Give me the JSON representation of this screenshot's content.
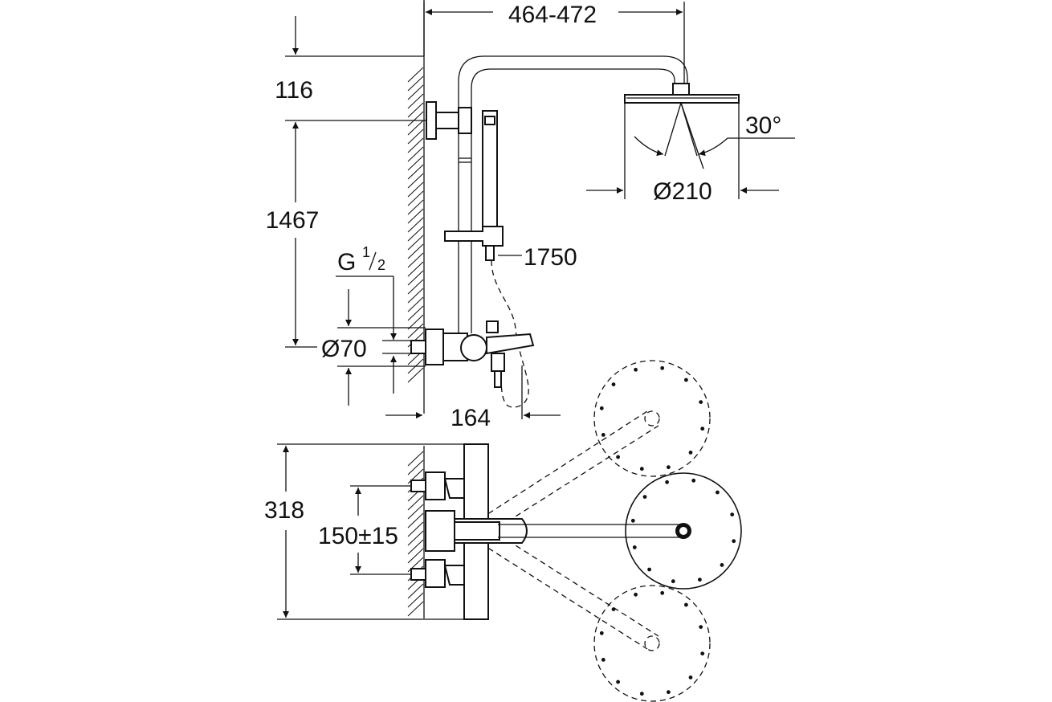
{
  "dimensions": {
    "arm_reach": "464-472",
    "top_offset": "116",
    "rail_height": "1467",
    "hand_shower": "1750",
    "thread_g": "G",
    "thread_num": "1",
    "thread_den": "2",
    "rosette_dia": "Ø70",
    "projection": "164",
    "head_angle": "30°",
    "head_dia": "Ø210",
    "plan_depth": "318",
    "centres": "150±15"
  },
  "colors": {
    "line": "#111111",
    "background": "#ffffff"
  }
}
